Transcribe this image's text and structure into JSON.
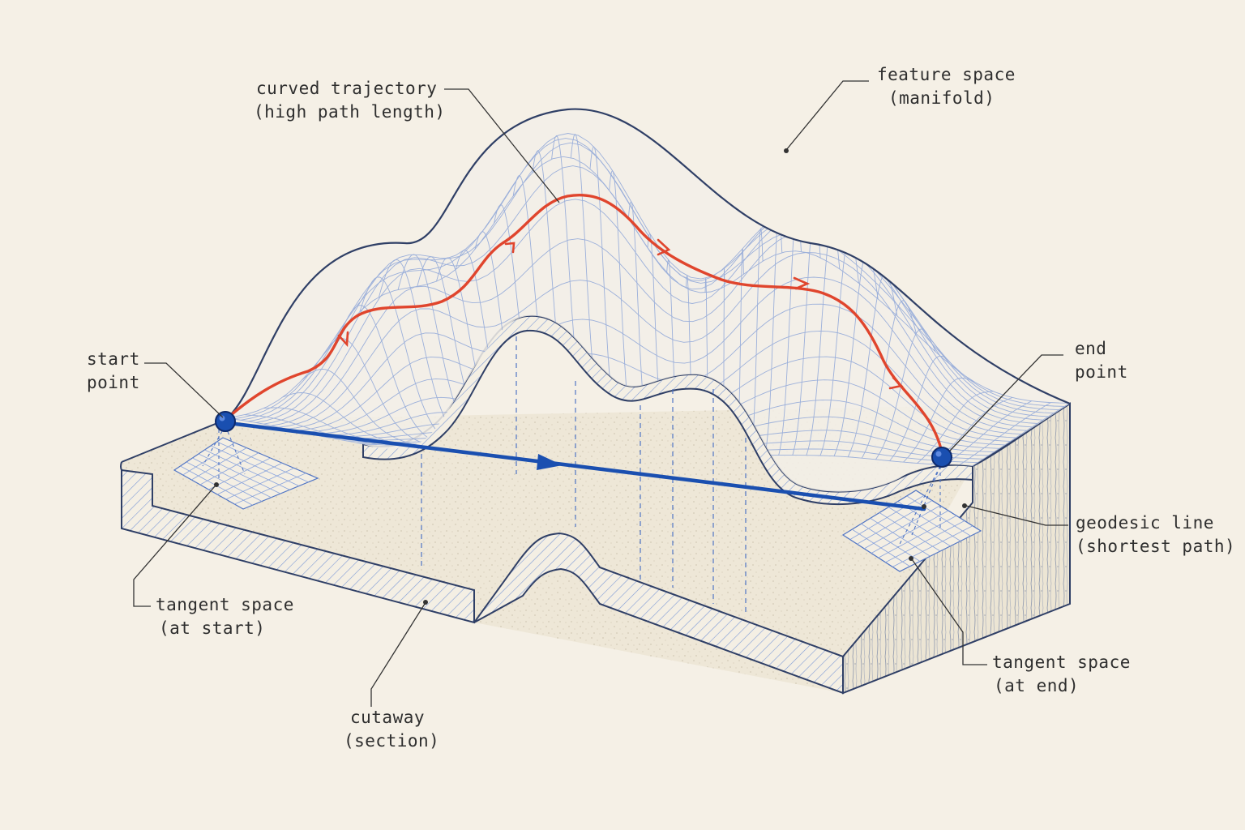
{
  "labels": {
    "curved_trajectory": {
      "line1": "curved trajectory",
      "line2": "(high path length)"
    },
    "feature_space": {
      "line1": "feature space",
      "line2": "(manifold)"
    },
    "start_point": {
      "line1": "start",
      "line2": "point"
    },
    "end_point": {
      "line1": "end",
      "line2": "point"
    },
    "geodesic_line": {
      "line1": "geodesic line",
      "line2": "(shortest path)"
    },
    "tangent_space_start": {
      "line1": "tangent space",
      "line2": "(at start)"
    },
    "tangent_space_end": {
      "line1": "tangent space",
      "line2": "(at end)"
    },
    "cutaway": {
      "line1": "cutaway",
      "line2": "(section)"
    }
  },
  "colors": {
    "background": "#f5f0e6",
    "ink": "#2e2e2e",
    "outline": "#2f3f66",
    "grid": "#7f9bd6",
    "trajectory": "#e0452d",
    "geodesic": "#1a4fb0",
    "points": "#1a4fb0"
  }
}
